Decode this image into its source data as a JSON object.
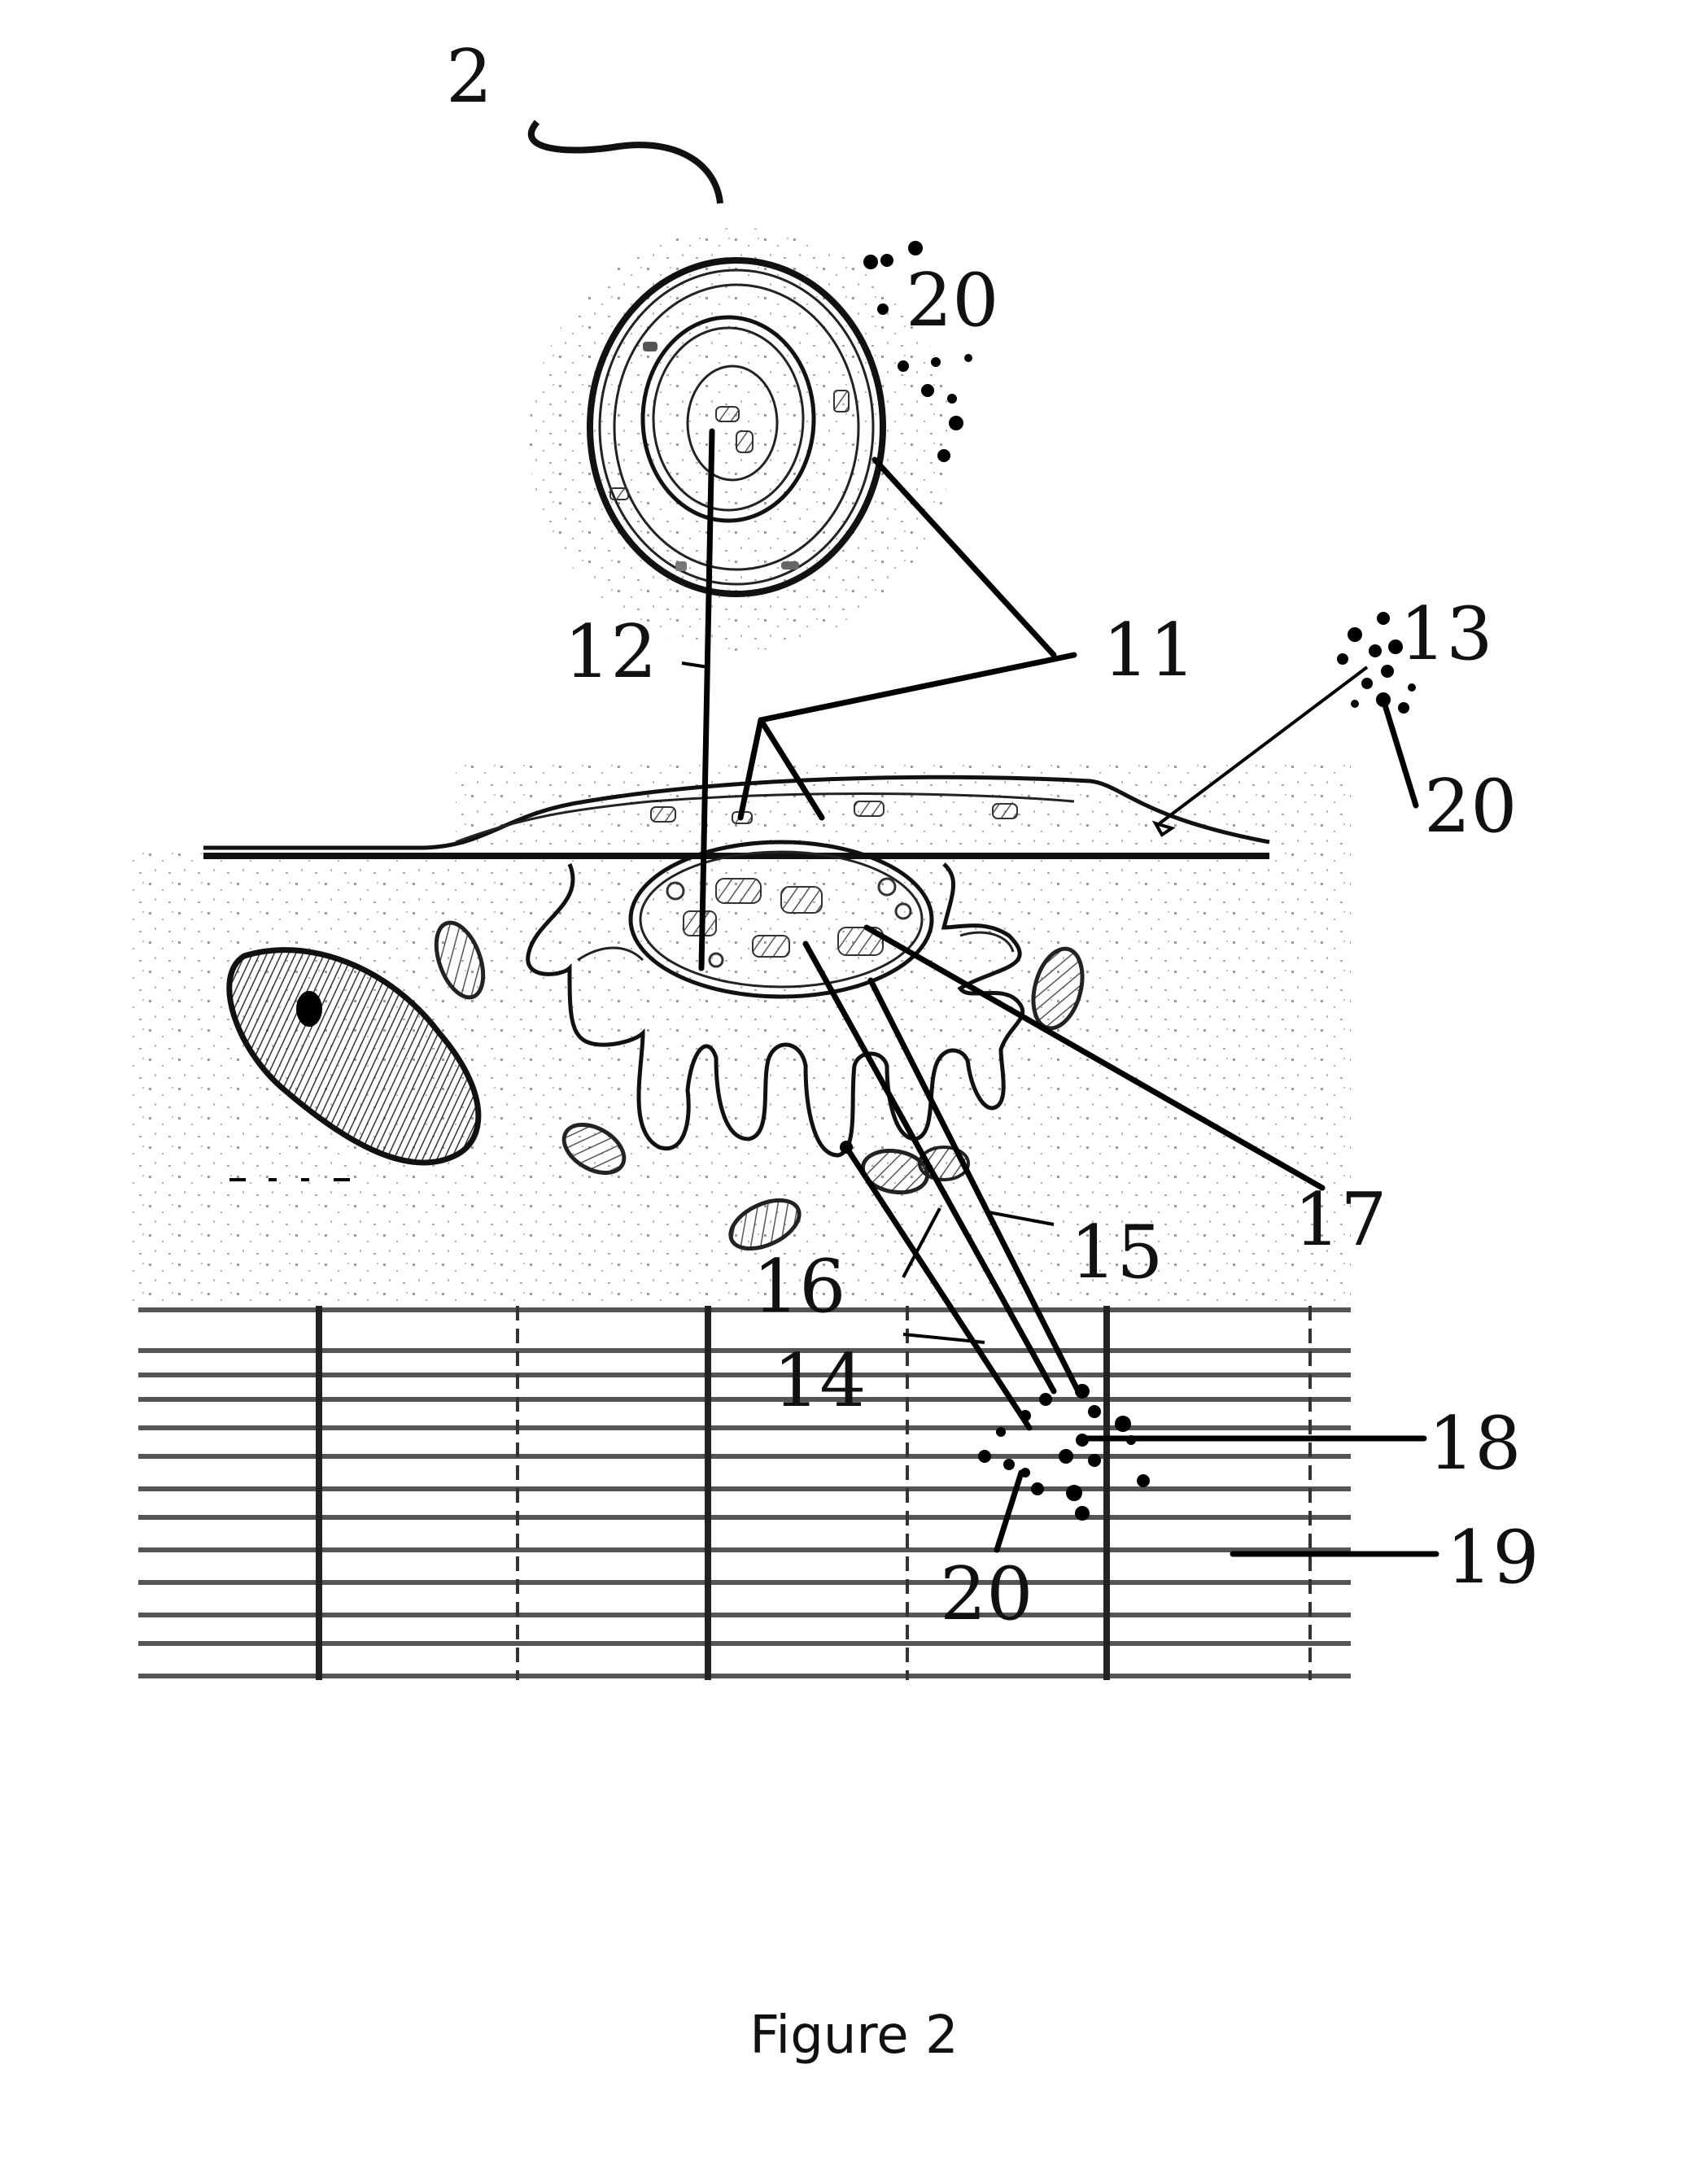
{
  "figure": {
    "caption": "Figure 2",
    "labels": {
      "l2": "2",
      "l20_top": "20",
      "l11": "11",
      "l12": "12",
      "l13": "13",
      "l20_right": "20",
      "l17": "17",
      "l15": "15",
      "l16": "16",
      "l14": "14",
      "l18": "18",
      "l19": "19",
      "l20_bottom": "20"
    }
  }
}
